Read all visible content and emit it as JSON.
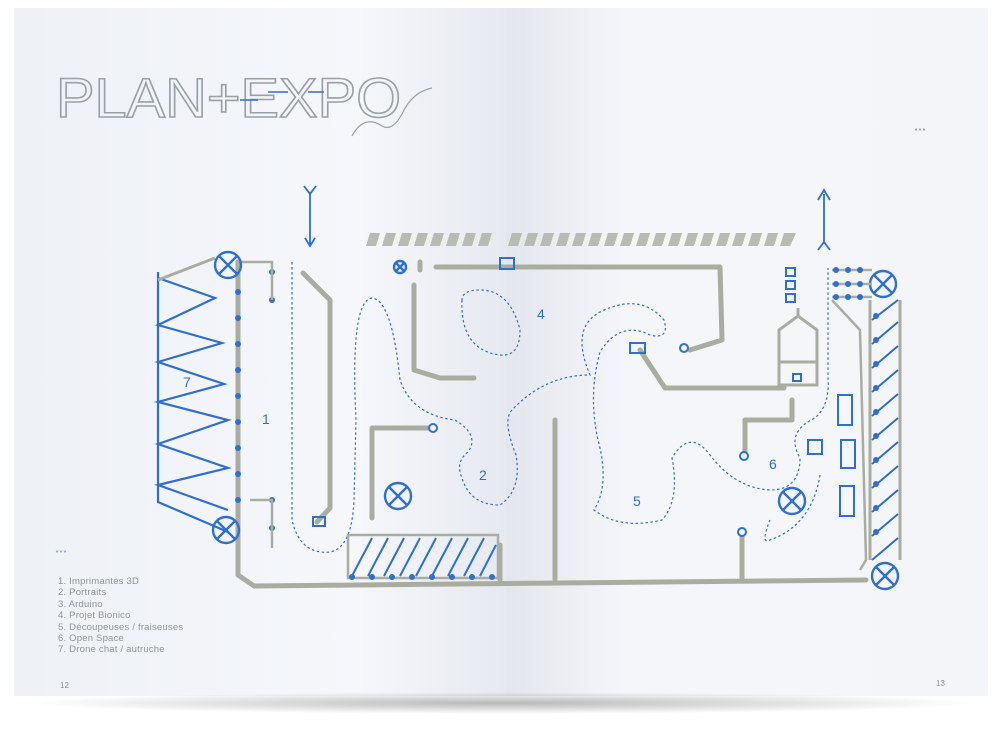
{
  "title": "PLAN+EXPO",
  "legend": {
    "items": [
      "1. Imprimantes 3D",
      "2. Portraits",
      "3. Arduino",
      "4. Projet Bionico",
      "5. Découpeuses / fraiseuses",
      "6. Open Space",
      "7. Drone chat / autruche"
    ]
  },
  "map": {
    "zones": [
      "1",
      "2",
      "4",
      "5",
      "6",
      "7"
    ]
  },
  "pages": {
    "left": "12",
    "right": "13"
  },
  "markers": {
    "down": "˅˅˅",
    "up": "˄˄˄"
  },
  "colors": {
    "blue": "#2f6fd0",
    "grey": "#a9ada0",
    "paper": "#f3f5f9"
  }
}
